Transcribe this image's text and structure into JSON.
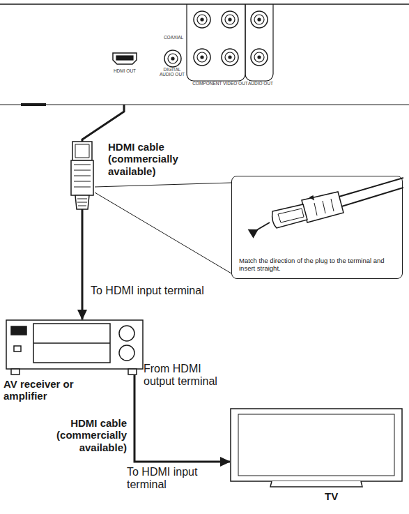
{
  "diagram": {
    "nodes": [
      {
        "text": [
          "HDMI OUT"
        ]
      },
      {
        "text": [
          "Match the direction of the plug to the terminal and insert straight."
        ]
      },
      {
        "text": [
          "AV receiver or amplifier"
        ]
      },
      {
        "text": [
          "TV"
        ]
      }
    ],
    "edges": [
      {
        "from": 0,
        "to": 2,
        "arrow": "to"
      },
      {
        "from": 2,
        "to": 3,
        "arrow": "to"
      }
    ],
    "labels": [
      "COAXIAL",
      "DIGITAL AUDIO OUT",
      "COMPONENT VIDEO OUT",
      "AUDIO OUT",
      "HDMI cable (commercially available)",
      "To HDMI input terminal",
      "From HDMI output terminal",
      "HDMI cable (commercially available)",
      "To HDMI input terminal"
    ]
  }
}
